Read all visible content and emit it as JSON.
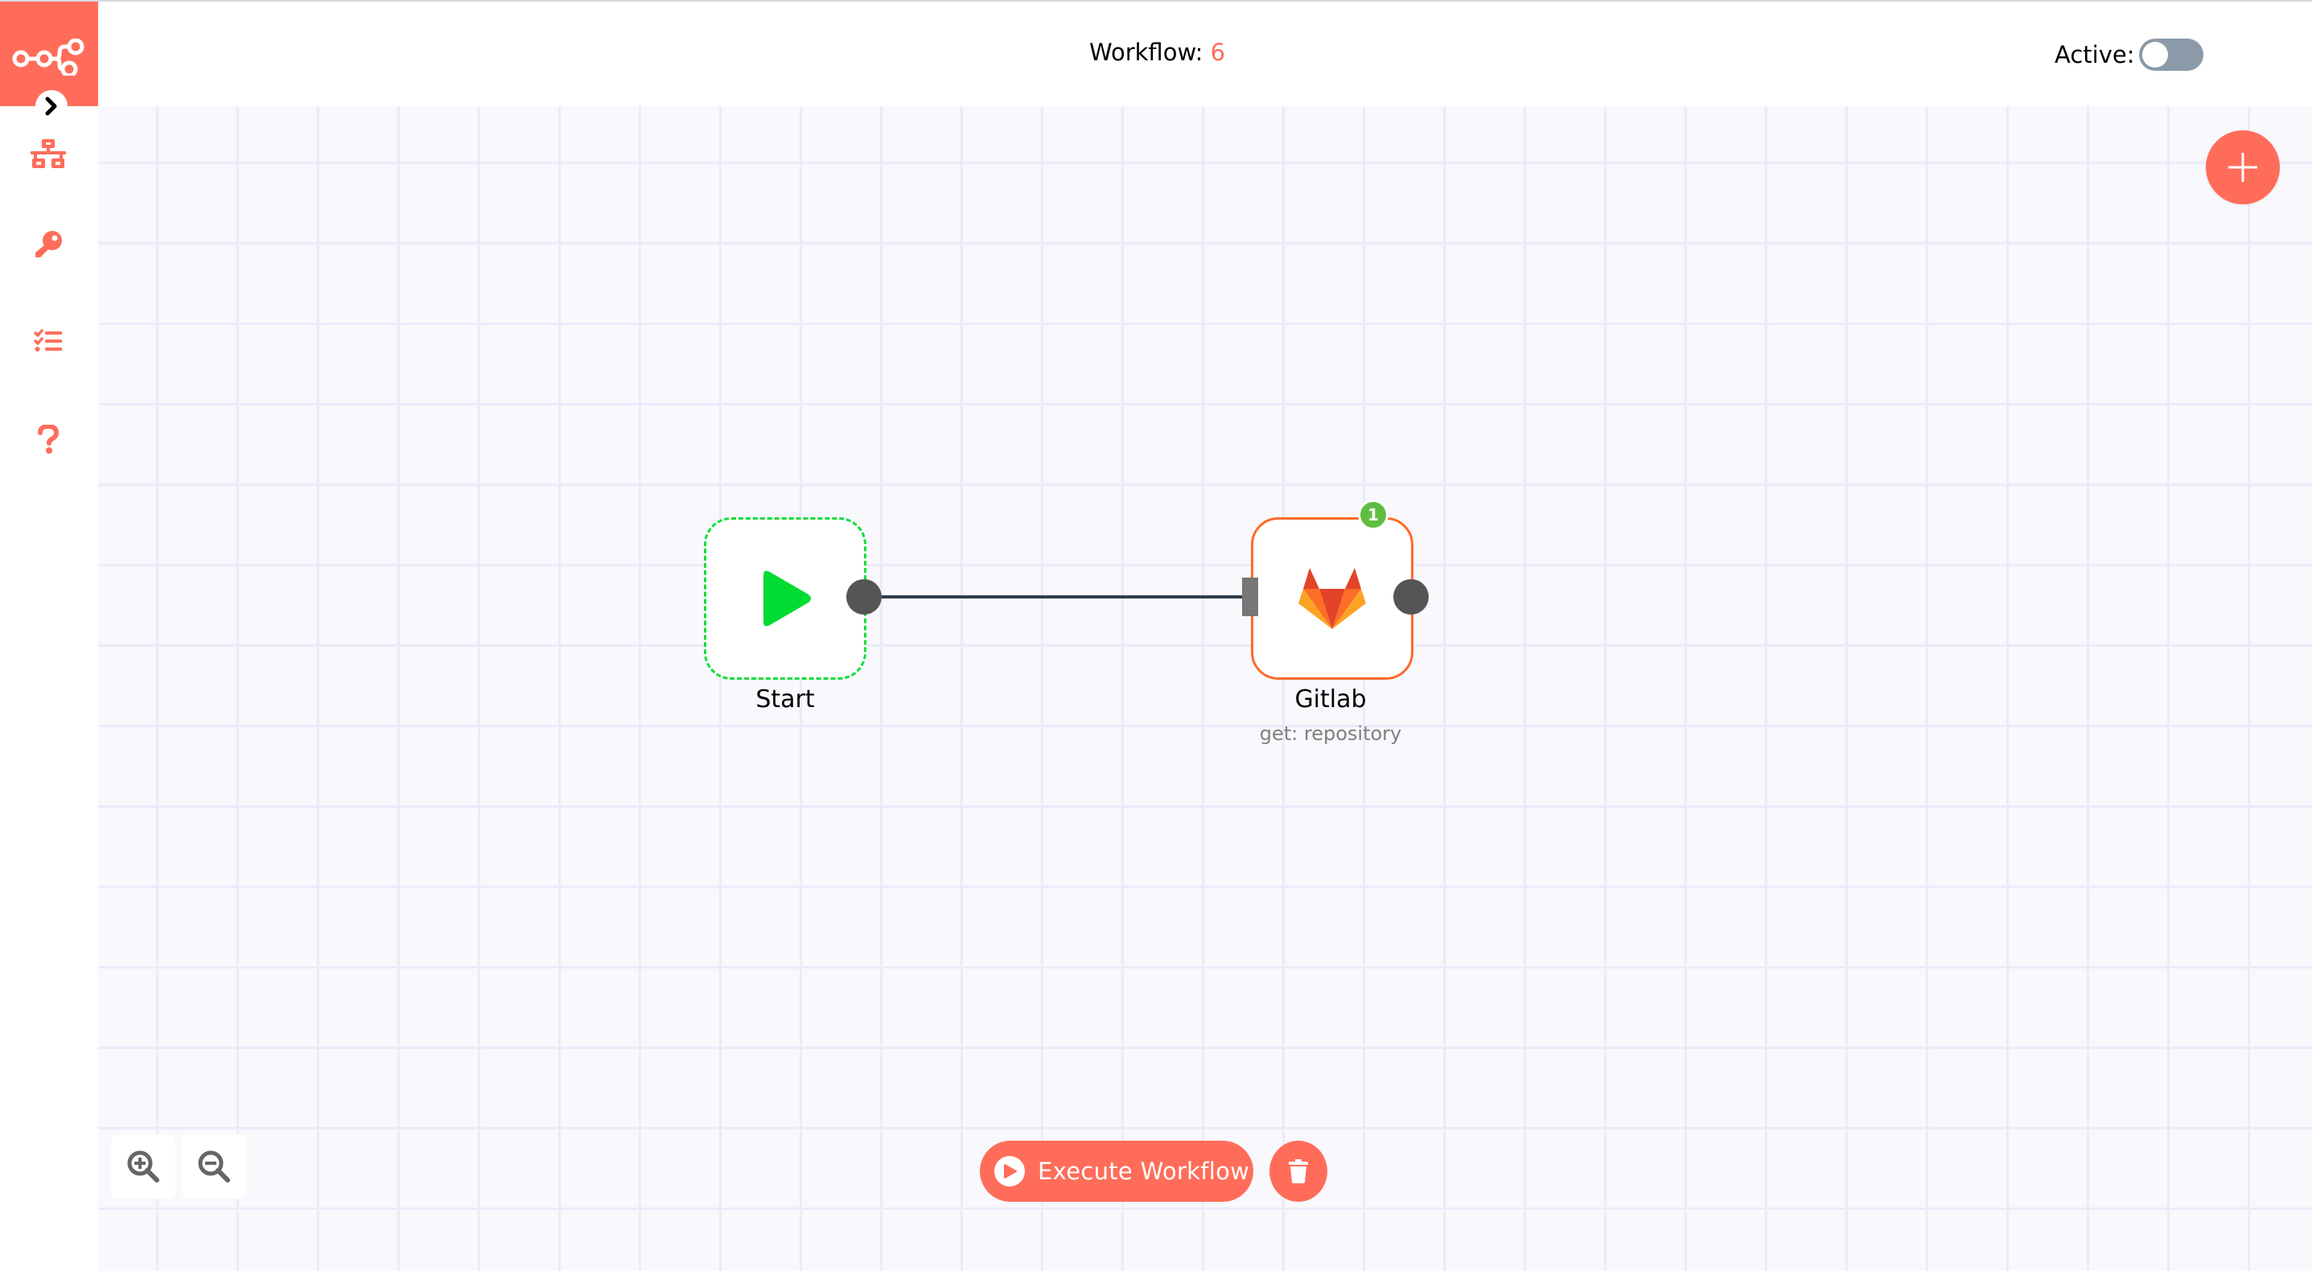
{
  "header": {
    "workflow_label": "Workflow:",
    "workflow_number": "6",
    "active_label": "Active:",
    "active_state": false
  },
  "sidebar": {
    "logo": "n8n-logo-icon",
    "collapse_toggle": "chevron-right-icon",
    "items": [
      {
        "name": "workflows",
        "icon": "sitemap-icon"
      },
      {
        "name": "credentials",
        "icon": "key-icon"
      },
      {
        "name": "executions",
        "icon": "tasks-list-icon"
      },
      {
        "name": "help",
        "icon": "question-icon"
      }
    ]
  },
  "canvas": {
    "add_node_icon": "plus-icon",
    "nodes": [
      {
        "name": "Start",
        "subtitle": "",
        "icon": "play-icon",
        "style": "dashed-green"
      },
      {
        "name": "Gitlab",
        "subtitle": "get: repository",
        "icon": "gitlab-icon",
        "badge": "1"
      }
    ],
    "connections": [
      {
        "from": "Start",
        "to": "Gitlab"
      }
    ]
  },
  "controls": {
    "zoom_in_icon": "zoom-in-icon",
    "zoom_out_icon": "zoom-out-icon",
    "execute_label": "Execute Workflow",
    "delete_icon": "trash-icon"
  },
  "colors": {
    "accent": "#ff6d5a",
    "canvas_bg": "#f8f8fd",
    "grid": "#ebebfa",
    "start_border": "#13dd3a",
    "gitlab_border": "#ff6a2a",
    "badge": "#5fbe42",
    "toggle_off": "#8a9aa9",
    "endpoint": "#555555"
  }
}
